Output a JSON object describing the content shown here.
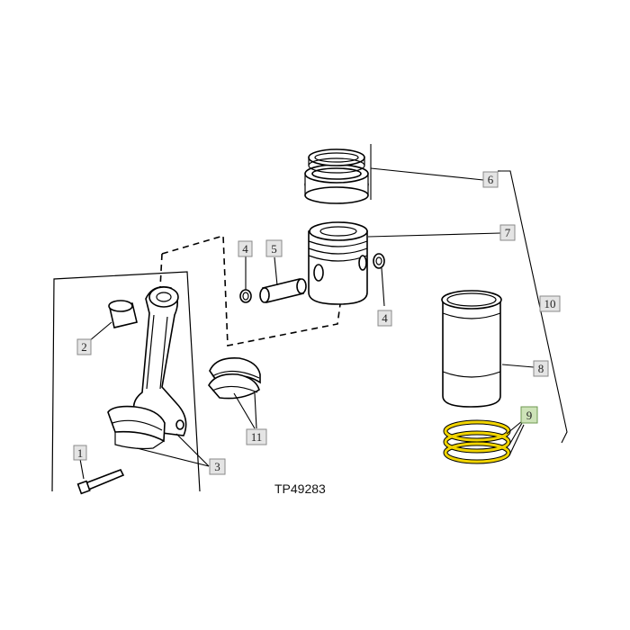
{
  "diagram": {
    "reference": "TP49283",
    "callouts": [
      "1",
      "2",
      "3",
      "4",
      "4",
      "5",
      "6",
      "7",
      "8",
      "9",
      "10",
      "11"
    ],
    "highlight_color": "#f2d500",
    "highlight_callout": "9"
  }
}
